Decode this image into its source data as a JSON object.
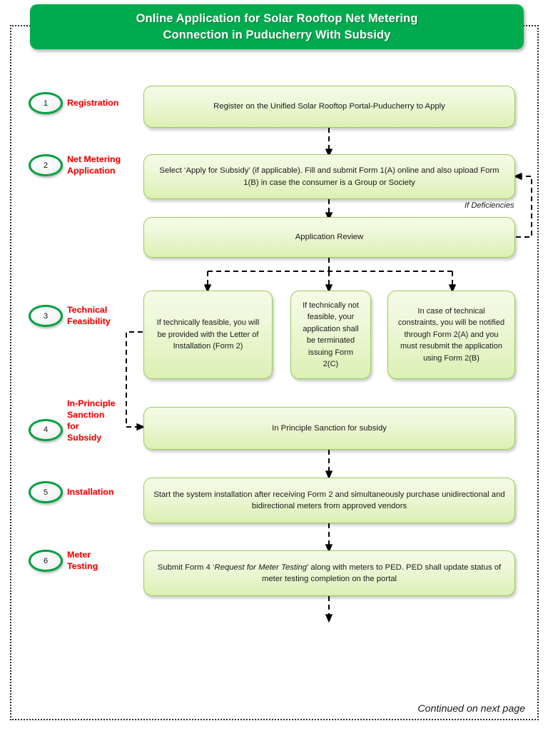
{
  "header": {
    "title": "Online Application for Solar Rooftop Net Metering Connection in Puducherry With Subsidy",
    "title_line1": "Online Application for Solar Rooftop Net Metering",
    "title_line2": "Connection in Puducherry With Subsidy",
    "background_color": "#00ab4e",
    "text_color": "#ffffff"
  },
  "colors": {
    "banner_green": "#00ab4e",
    "step_ring_green": "#00a13f",
    "step_label_red": "#ff0000",
    "box_border_green": "#9ccb5e",
    "box_fill_top": "#f4fbe6",
    "box_fill_bottom": "#dcf0b4",
    "connector_black": "#000000"
  },
  "steps": [
    {
      "number": "1",
      "label": "Registration"
    },
    {
      "number": "2",
      "label": "Net Metering\nApplication"
    },
    {
      "number": "3",
      "label": "Technical\nFeasibility"
    },
    {
      "number": "4",
      "label": "In-Principle\nSanction\nfor\nSubsidy"
    },
    {
      "number": "5",
      "label": "Installation"
    },
    {
      "number": "6",
      "label": "Meter\nTesting"
    }
  ],
  "boxes": {
    "register": "Register on the Unified Solar Rooftop Portal-Puducherry to Apply",
    "apply": "Select ‘Apply for Subsidy’ (if applicable). Fill and submit Form 1(A) online and also upload Form 1(B) in case the consumer is a Group or Society",
    "review": "Application Review",
    "feasible": "If technically feasible, you will be provided with the Letter of Installation (Form 2)",
    "not_feasible": "If technically not feasible, your application shall be terminated issuing Form 2(C)",
    "constraints": "In case of technical constraints, you will be notified through Form 2(A) and you must resubmit the application using Form 2(B)",
    "sanction": "In Principle Sanction for subsidy",
    "installation": "Start the system installation after receiving Form 2 and simultaneously purchase unidirectional and bidirectional meters from approved vendors",
    "meter_testing_pre": "Submit Form 4 ‘",
    "meter_testing_em": "Request for Meter Testing",
    "meter_testing_post": "’ along with meters to PED. PED shall update status of meter testing completion on the portal"
  },
  "annotations": {
    "if_deficiencies": "If Deficiencies",
    "continued": "Continued on next page"
  }
}
